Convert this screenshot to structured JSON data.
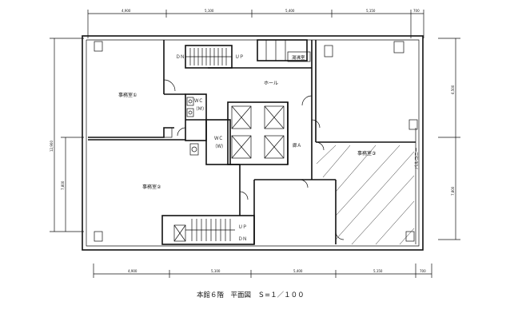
{
  "drawing": {
    "title": "本館６階　平面図　Ｓ=１／１００",
    "dims_top": [
      "4,900",
      "5,100",
      "5,400",
      "5,150",
      "700"
    ],
    "dims_bottom": [
      "4,900",
      "5,100",
      "5,400",
      "5,150",
      "700"
    ],
    "dim_left_total": "12,900",
    "dim_left_lower": "7,800",
    "dim_right_upper": "6,500",
    "dim_right_lower": "7,800"
  },
  "rooms": {
    "office1": "事務室①",
    "office2": "事務室②",
    "office3": "事務室③",
    "hall": "ホール",
    "wc_m": "ＷＣ",
    "wc_m_sub": "（Ｍ）",
    "wc_w": "ＷＣ",
    "wc_w_sub": "（Ｗ）",
    "storage": "湯沸室",
    "corridor": "廊Ａ",
    "balcony": "バルコニー"
  },
  "stairs": {
    "top_dn": "ＤＮ",
    "top_up": "ＵＰ",
    "bottom_up": "ＵＰ",
    "bottom_dn": "ＤＮ"
  }
}
